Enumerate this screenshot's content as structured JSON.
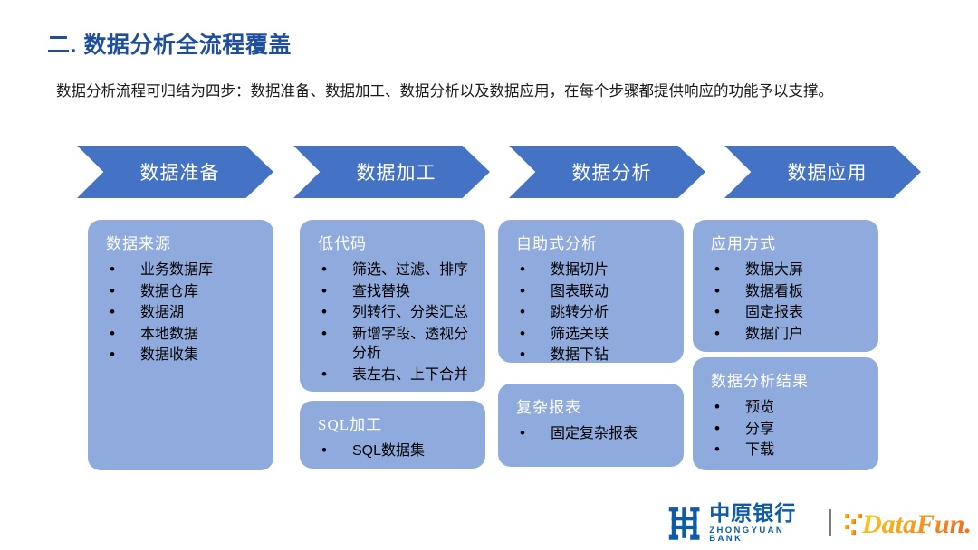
{
  "slide": {
    "title_number": "二.",
    "title_text": "数据分析全流程覆盖",
    "subtitle": "数据分析流程可归结为四步：数据准备、数据加工、数据分析以及数据应用，在每个步骤都提供响应的功能予以支撑。",
    "accent_title_color": "#1F4E9C",
    "chevron_color": "#4472C4",
    "card_color": "#8FAADC"
  },
  "process_steps": [
    {
      "label": "数据准备"
    },
    {
      "label": "数据加工"
    },
    {
      "label": "数据分析"
    },
    {
      "label": "数据应用"
    }
  ],
  "columns": [
    {
      "cards": [
        {
          "title": "数据来源",
          "items": [
            "业务数据库",
            "数据仓库",
            "数据湖",
            "本地数据",
            "数据收集"
          ]
        }
      ]
    },
    {
      "cards": [
        {
          "title": "低代码",
          "items": [
            "筛选、过滤、排序",
            "查找替换",
            "列转行、分类汇总",
            "新增字段、透视分",
            "分析",
            "表左右、上下合并"
          ]
        },
        {
          "title": "SQL加工",
          "items": [
            "SQL数据集"
          ]
        }
      ]
    },
    {
      "cards": [
        {
          "title": "自助式分析",
          "items": [
            "数据切片",
            "图表联动",
            "跳转分析",
            "筛选关联",
            "数据下钻"
          ]
        },
        {
          "title": "复杂报表",
          "items": [
            "固定复杂报表"
          ]
        }
      ]
    },
    {
      "cards": [
        {
          "title": "应用方式",
          "items": [
            "数据大屏",
            "数据看板",
            "固定报表",
            "数据门户"
          ]
        },
        {
          "title": "数据分析结果",
          "items": [
            "预览",
            "分享",
            "下载"
          ]
        }
      ]
    }
  ],
  "footer": {
    "bank_name_cn": "中原银行",
    "bank_name_en": "ZHONGYUAN BANK",
    "bank_color": "#0E5BA8",
    "datafun_name": "DataFun.",
    "datafun_color": "#F5A01B"
  }
}
